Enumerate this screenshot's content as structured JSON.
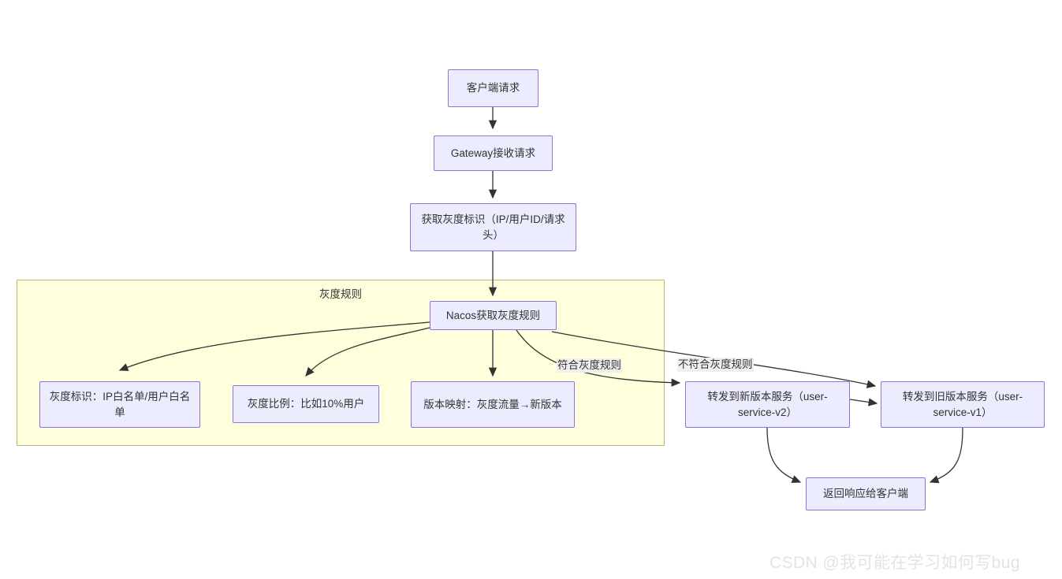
{
  "diagram": {
    "type": "flowchart",
    "direction": "top-down",
    "subgraph": {
      "title": "灰度规则",
      "fill_color": "#FFFFDE",
      "border_color": "#BDB76B"
    },
    "node_style": {
      "fill_color": "#ECECFF",
      "border_color": "#9370DB",
      "text_color": "#333333"
    },
    "nodes": [
      {
        "id": "client",
        "label": "客户端请求"
      },
      {
        "id": "gateway",
        "label": "Gateway接收请求"
      },
      {
        "id": "gray-id",
        "label": "获取灰度标识（IP/用户ID/请求头）"
      },
      {
        "id": "nacos",
        "label": "Nacos获取灰度规则"
      },
      {
        "id": "rule-flag",
        "label": "灰度标识：IP白名单/用户白名单"
      },
      {
        "id": "rule-ratio",
        "label": "灰度比例：比如10%用户"
      },
      {
        "id": "rule-map",
        "label": "版本映射：灰度流量→新版本"
      },
      {
        "id": "route-v2",
        "label": "转发到新版本服务（user-service-v2）"
      },
      {
        "id": "route-v1",
        "label": "转发到旧版本服务（user-service-v1）"
      },
      {
        "id": "response",
        "label": "返回响应给客户端"
      }
    ],
    "edges": [
      {
        "from": "client",
        "to": "gateway",
        "label": ""
      },
      {
        "from": "gateway",
        "to": "gray-id",
        "label": ""
      },
      {
        "from": "gray-id",
        "to": "nacos",
        "label": ""
      },
      {
        "from": "nacos",
        "to": "rule-flag",
        "label": ""
      },
      {
        "from": "nacos",
        "to": "rule-ratio",
        "label": ""
      },
      {
        "from": "nacos",
        "to": "rule-map",
        "label": ""
      },
      {
        "from": "nacos",
        "to": "route-v2",
        "label": "符合灰度规则"
      },
      {
        "from": "nacos",
        "to": "route-v1",
        "label": "不符合灰度规则"
      },
      {
        "from": "route-v2",
        "to": "response",
        "label": ""
      },
      {
        "from": "route-v1",
        "to": "response",
        "label": ""
      }
    ],
    "edge_labels": [
      {
        "id": "match",
        "text": "符合灰度规则"
      },
      {
        "id": "no-match",
        "text": "不符合灰度规则"
      }
    ]
  },
  "watermark": {
    "text": "CSDN @我可能在学习如何写bug"
  }
}
